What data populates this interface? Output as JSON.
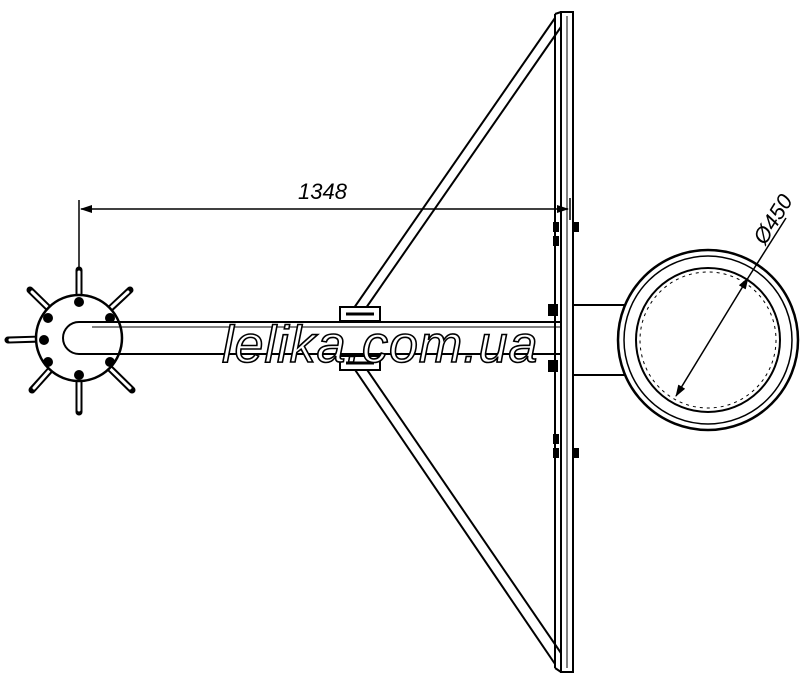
{
  "dimensions": {
    "length": "1348",
    "diameter": "Ø450"
  },
  "watermark": "lelika.com.ua",
  "colors": {
    "line": "#000000",
    "background": "#ffffff"
  }
}
